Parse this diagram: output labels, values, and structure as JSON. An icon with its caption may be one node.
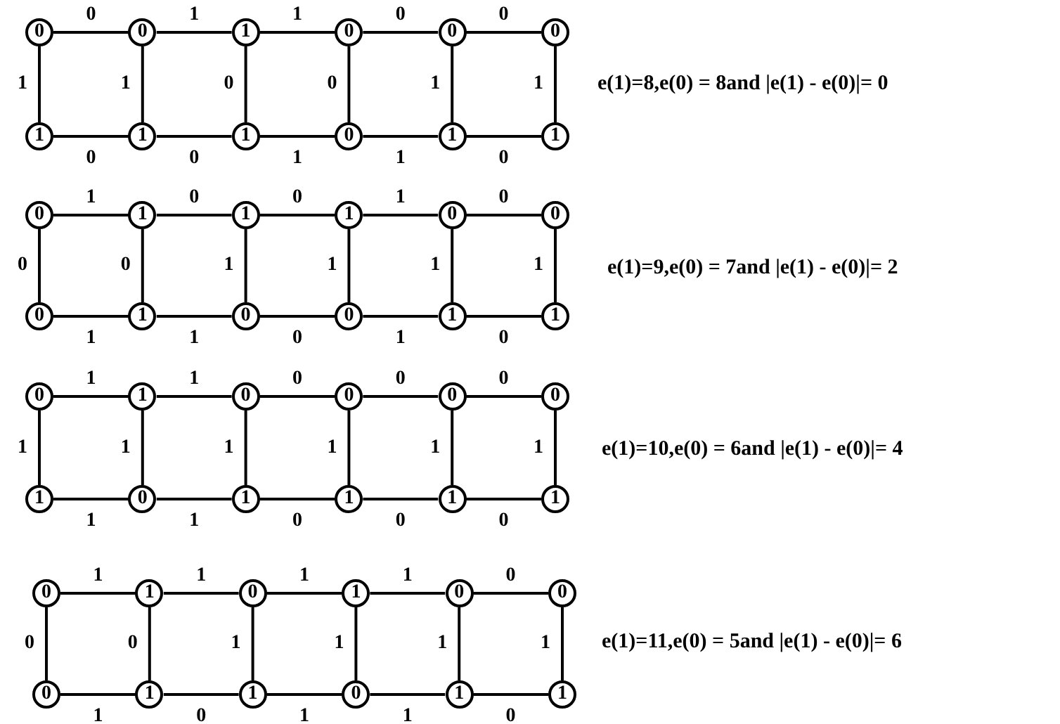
{
  "diagram": {
    "nodes": [
      {
        "text": [
          "0"
        ]
      },
      {
        "text": [
          "0"
        ]
      },
      {
        "text": [
          "1"
        ]
      },
      {
        "text": [
          "0"
        ]
      },
      {
        "text": [
          "0"
        ]
      },
      {
        "text": [
          "0"
        ]
      },
      {
        "text": [
          "1"
        ]
      },
      {
        "text": [
          "1"
        ]
      },
      {
        "text": [
          "1"
        ]
      },
      {
        "text": [
          "0"
        ]
      },
      {
        "text": [
          "1"
        ]
      },
      {
        "text": [
          "1"
        ]
      },
      {
        "text": [
          "0"
        ]
      },
      {
        "text": [
          "1"
        ]
      },
      {
        "text": [
          "1"
        ]
      },
      {
        "text": [
          "1"
        ]
      },
      {
        "text": [
          "0"
        ]
      },
      {
        "text": [
          "0"
        ]
      },
      {
        "text": [
          "0"
        ]
      },
      {
        "text": [
          "1"
        ]
      },
      {
        "text": [
          "0"
        ]
      },
      {
        "text": [
          "0"
        ]
      },
      {
        "text": [
          "1"
        ]
      },
      {
        "text": [
          "1"
        ]
      },
      {
        "text": [
          "0"
        ]
      },
      {
        "text": [
          "1"
        ]
      },
      {
        "text": [
          "0"
        ]
      },
      {
        "text": [
          "0"
        ]
      },
      {
        "text": [
          "0"
        ]
      },
      {
        "text": [
          "0"
        ]
      },
      {
        "text": [
          "1"
        ]
      },
      {
        "text": [
          "0"
        ]
      },
      {
        "text": [
          "1"
        ]
      },
      {
        "text": [
          "1"
        ]
      },
      {
        "text": [
          "1"
        ]
      },
      {
        "text": [
          "1"
        ]
      },
      {
        "text": [
          "0"
        ]
      },
      {
        "text": [
          "1"
        ]
      },
      {
        "text": [
          "0"
        ]
      },
      {
        "text": [
          "1"
        ]
      },
      {
        "text": [
          "0"
        ]
      },
      {
        "text": [
          "0"
        ]
      },
      {
        "text": [
          "0"
        ]
      },
      {
        "text": [
          "1"
        ]
      },
      {
        "text": [
          "1"
        ]
      },
      {
        "text": [
          "0"
        ]
      },
      {
        "text": [
          "1"
        ]
      },
      {
        "text": [
          "1"
        ]
      }
    ],
    "edges": [
      {
        "from": 0,
        "to": 1,
        "arrow": "none",
        "label": "0"
      },
      {
        "from": 1,
        "to": 2,
        "arrow": "none",
        "label": "1"
      },
      {
        "from": 2,
        "to": 3,
        "arrow": "none",
        "label": "1"
      },
      {
        "from": 3,
        "to": 4,
        "arrow": "none",
        "label": "0"
      },
      {
        "from": 4,
        "to": 5,
        "arrow": "none",
        "label": "0"
      },
      {
        "from": 0,
        "to": 6,
        "arrow": "none",
        "label": "1"
      },
      {
        "from": 1,
        "to": 7,
        "arrow": "none",
        "label": "1"
      },
      {
        "from": 2,
        "to": 8,
        "arrow": "none",
        "label": "0"
      },
      {
        "from": 3,
        "to": 9,
        "arrow": "none",
        "label": "0"
      },
      {
        "from": 4,
        "to": 10,
        "arrow": "none",
        "label": "1"
      },
      {
        "from": 5,
        "to": 11,
        "arrow": "none",
        "label": "1"
      },
      {
        "from": 6,
        "to": 7,
        "arrow": "none",
        "label": "0"
      },
      {
        "from": 7,
        "to": 8,
        "arrow": "none",
        "label": "0"
      },
      {
        "from": 8,
        "to": 9,
        "arrow": "none",
        "label": "1"
      },
      {
        "from": 9,
        "to": 10,
        "arrow": "none",
        "label": "1"
      },
      {
        "from": 10,
        "to": 11,
        "arrow": "none",
        "label": "0"
      },
      {
        "from": 12,
        "to": 13,
        "arrow": "none",
        "label": "1"
      },
      {
        "from": 13,
        "to": 14,
        "arrow": "none",
        "label": "0"
      },
      {
        "from": 14,
        "to": 15,
        "arrow": "none",
        "label": "0"
      },
      {
        "from": 15,
        "to": 16,
        "arrow": "none",
        "label": "1"
      },
      {
        "from": 16,
        "to": 17,
        "arrow": "none",
        "label": "0"
      },
      {
        "from": 12,
        "to": 18,
        "arrow": "none",
        "label": "0"
      },
      {
        "from": 13,
        "to": 19,
        "arrow": "none",
        "label": "0"
      },
      {
        "from": 14,
        "to": 20,
        "arrow": "none",
        "label": "1"
      },
      {
        "from": 15,
        "to": 21,
        "arrow": "none",
        "label": "1"
      },
      {
        "from": 16,
        "to": 22,
        "arrow": "none",
        "label": "1"
      },
      {
        "from": 17,
        "to": 23,
        "arrow": "none",
        "label": "1"
      },
      {
        "from": 18,
        "to": 19,
        "arrow": "none",
        "label": "1"
      },
      {
        "from": 19,
        "to": 20,
        "arrow": "none",
        "label": "1"
      },
      {
        "from": 20,
        "to": 21,
        "arrow": "none",
        "label": "0"
      },
      {
        "from": 21,
        "to": 22,
        "arrow": "none",
        "label": "1"
      },
      {
        "from": 22,
        "to": 23,
        "arrow": "none",
        "label": "0"
      },
      {
        "from": 24,
        "to": 25,
        "arrow": "none",
        "label": "1"
      },
      {
        "from": 25,
        "to": 26,
        "arrow": "none",
        "label": "1"
      },
      {
        "from": 26,
        "to": 27,
        "arrow": "none",
        "label": "0"
      },
      {
        "from": 27,
        "to": 28,
        "arrow": "none",
        "label": "0"
      },
      {
        "from": 28,
        "to": 29,
        "arrow": "none",
        "label": "0"
      },
      {
        "from": 24,
        "to": 30,
        "arrow": "none",
        "label": "1"
      },
      {
        "from": 25,
        "to": 31,
        "arrow": "none",
        "label": "1"
      },
      {
        "from": 26,
        "to": 32,
        "arrow": "none",
        "label": "1"
      },
      {
        "from": 27,
        "to": 33,
        "arrow": "none",
        "label": "1"
      },
      {
        "from": 28,
        "to": 34,
        "arrow": "none",
        "label": "1"
      },
      {
        "from": 29,
        "to": 35,
        "arrow": "none",
        "label": "1"
      },
      {
        "from": 30,
        "to": 31,
        "arrow": "none",
        "label": "1"
      },
      {
        "from": 31,
        "to": 32,
        "arrow": "none",
        "label": "1"
      },
      {
        "from": 32,
        "to": 33,
        "arrow": "none",
        "label": "0"
      },
      {
        "from": 33,
        "to": 34,
        "arrow": "none",
        "label": "0"
      },
      {
        "from": 34,
        "to": 35,
        "arrow": "none",
        "label": "0"
      },
      {
        "from": 36,
        "to": 37,
        "arrow": "none",
        "label": "1"
      },
      {
        "from": 37,
        "to": 38,
        "arrow": "none",
        "label": "1"
      },
      {
        "from": 38,
        "to": 39,
        "arrow": "none",
        "label": "1"
      },
      {
        "from": 39,
        "to": 40,
        "arrow": "none",
        "label": "1"
      },
      {
        "from": 40,
        "to": 41,
        "arrow": "none",
        "label": "0"
      },
      {
        "from": 36,
        "to": 42,
        "arrow": "none",
        "label": "0"
      },
      {
        "from": 37,
        "to": 43,
        "arrow": "none",
        "label": "0"
      },
      {
        "from": 38,
        "to": 44,
        "arrow": "none",
        "label": "1"
      },
      {
        "from": 39,
        "to": 45,
        "arrow": "none",
        "label": "1"
      },
      {
        "from": 40,
        "to": 46,
        "arrow": "none",
        "label": "1"
      },
      {
        "from": 41,
        "to": 47,
        "arrow": "none",
        "label": "1"
      },
      {
        "from": 42,
        "to": 43,
        "arrow": "none",
        "label": "1"
      },
      {
        "from": 43,
        "to": 44,
        "arrow": "none",
        "label": "0"
      },
      {
        "from": 44,
        "to": 45,
        "arrow": "none",
        "label": "1"
      },
      {
        "from": 45,
        "to": 46,
        "arrow": "none",
        "label": "1"
      },
      {
        "from": 46,
        "to": 47,
        "arrow": "none",
        "label": "0"
      }
    ],
    "labels": [
      "e(1)=8,e(0) = 8and |e(1) - e(0)|= 0",
      "e(1)=9,e(0) = 7and |e(1) - e(0)|= 2",
      "e(1)=10,e(0) = 6and |e(1) - e(0)|= 4",
      "e(1)=11,e(0) = 5and |e(1) - e(0)|= 6"
    ]
  }
}
